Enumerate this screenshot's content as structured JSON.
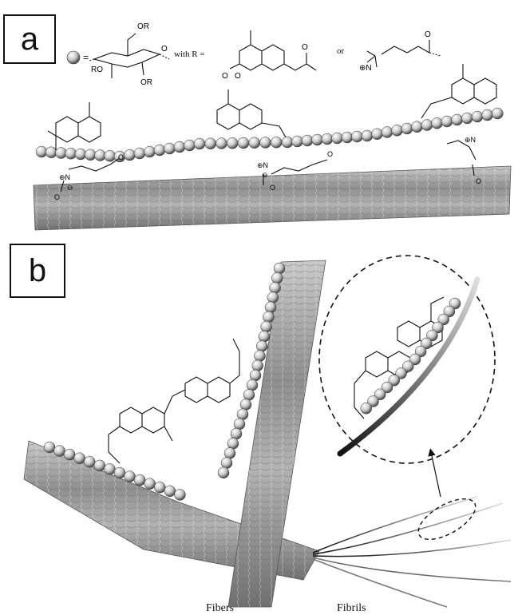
{
  "panels": {
    "a_label": "a",
    "b_label": "b"
  },
  "legend": {
    "equals": "=",
    "with_r": "with R =",
    "or": "or",
    "ro_labels": [
      "OR",
      "RO",
      "OR"
    ],
    "ro_right": "O",
    "coumarin_labels": [
      "O",
      "O",
      "O"
    ],
    "ammonium_labels": [
      "⊕N",
      "O"
    ]
  },
  "panel_a_groups": {
    "carbonyl": "O",
    "ammonium": "⊕N",
    "carboxylate": "O",
    "minus": "⊖"
  },
  "labels": {
    "fibers": "Fibers",
    "fibrils": "Fibrils"
  },
  "colors": {
    "sphere_light": "#f2f2f2",
    "sphere_dark": "#5a5a5a",
    "fiber": "#9a9a9a",
    "line": "#111111"
  }
}
